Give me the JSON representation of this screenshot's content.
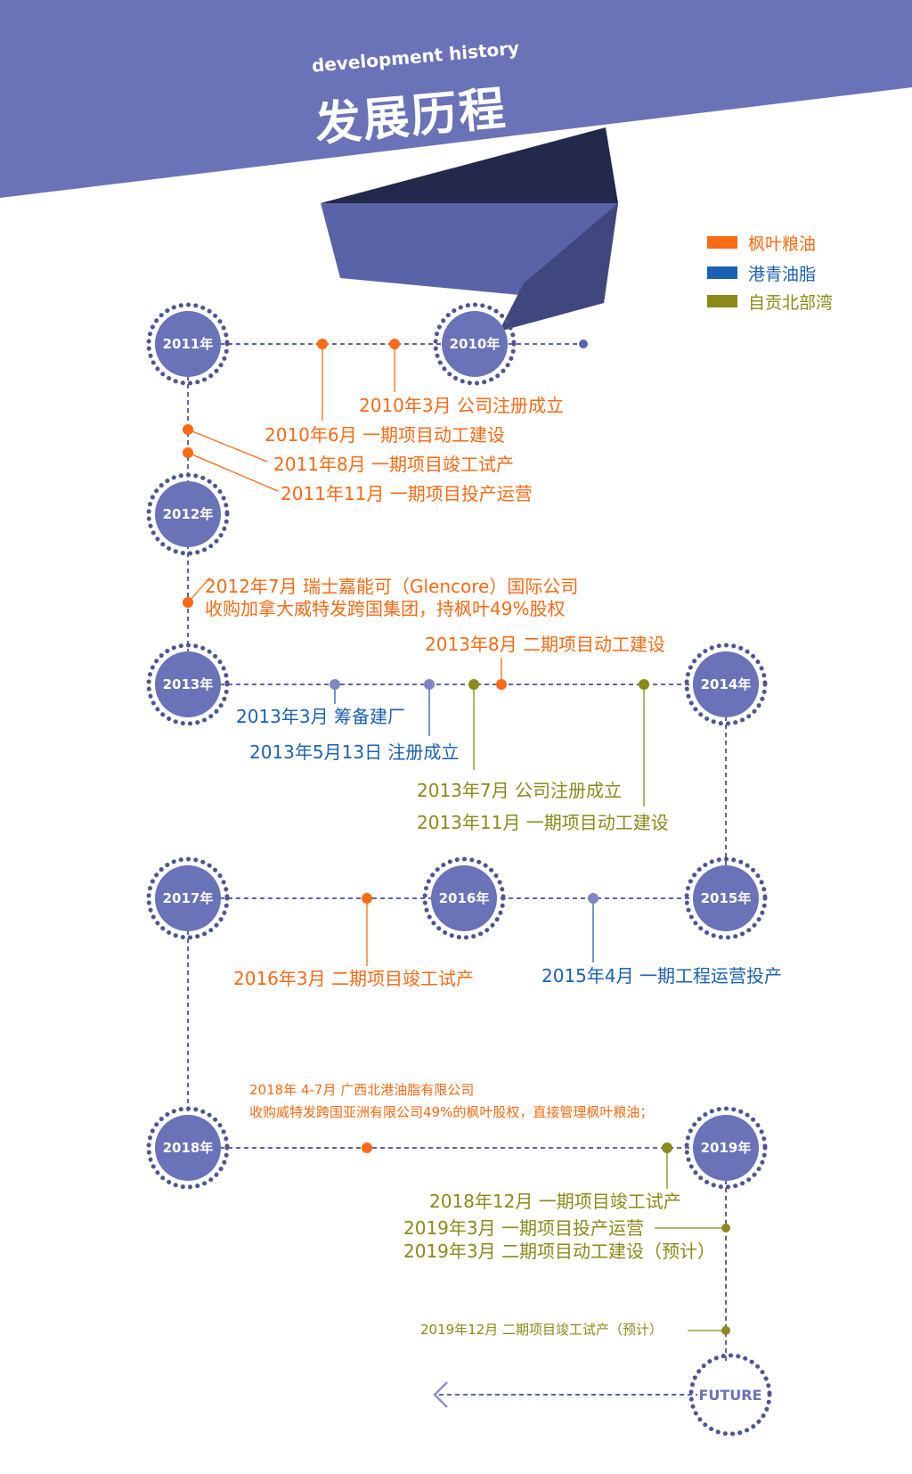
{
  "header": {
    "subtitle": "development history",
    "title": "发展历程"
  },
  "colors": {
    "primary": "#6a72b8",
    "dark": "#22294a",
    "orange": "#fb6a14",
    "blue": "#1a61b5",
    "olive": "#8a8a1a",
    "line": "#5a64aa"
  },
  "legend": [
    {
      "label": "枫叶粮油",
      "color": "#fb6a14"
    },
    {
      "label": "港青油脂",
      "color": "#1a61b5"
    },
    {
      "label": "自贡北部湾",
      "color": "#8a8a1a"
    }
  ],
  "nodes": {
    "n2011": "2011年",
    "n2010": "2010年",
    "n2012": "2012年",
    "n2013": "2013年",
    "n2014": "2014年",
    "n2017": "2017年",
    "n2016": "2016年",
    "n2015": "2015年",
    "n2018": "2018年",
    "n2019": "2019年",
    "future": "FUTURE"
  },
  "events": {
    "e201003": "2010年3月  公司注册成立",
    "e201006": "2010年6月  一期项目动工建设",
    "e201108": "2011年8月  一期项目竣工试产",
    "e201111": "2011年11月  一期项目投产运营",
    "e201207_l1": "2012年7月  瑞士嘉能可（Glencore）国际公司",
    "e201207_l2": "收购加拿大威特发跨国集团，持枫叶49%股权",
    "e201308": "2013年8月  二期项目动工建设",
    "e201303": "2013年3月  筹备建厂",
    "e20130513": "2013年5月13日  注册成立",
    "e201307": "2013年7月  公司注册成立",
    "e201311": "2013年11月  一期项目动工建设",
    "e201603": "2016年3月  二期项目竣工试产",
    "e201504": "2015年4月  一期工程运营投产",
    "e2018_l1": "2018年 4-7月  广西北港油脂有限公司",
    "e2018_l2": "收购威特发跨国亚洲有限公司49%的枫叶股权，直接管理枫叶粮油；",
    "e201812": "2018年12月  一期项目竣工试产",
    "e201903a": "2019年3月  一期项目投产运营",
    "e201903b": "2019年3月  二期项目动工建设（预计）",
    "e201912": "2019年12月  二期项目竣工试产（预计）"
  }
}
